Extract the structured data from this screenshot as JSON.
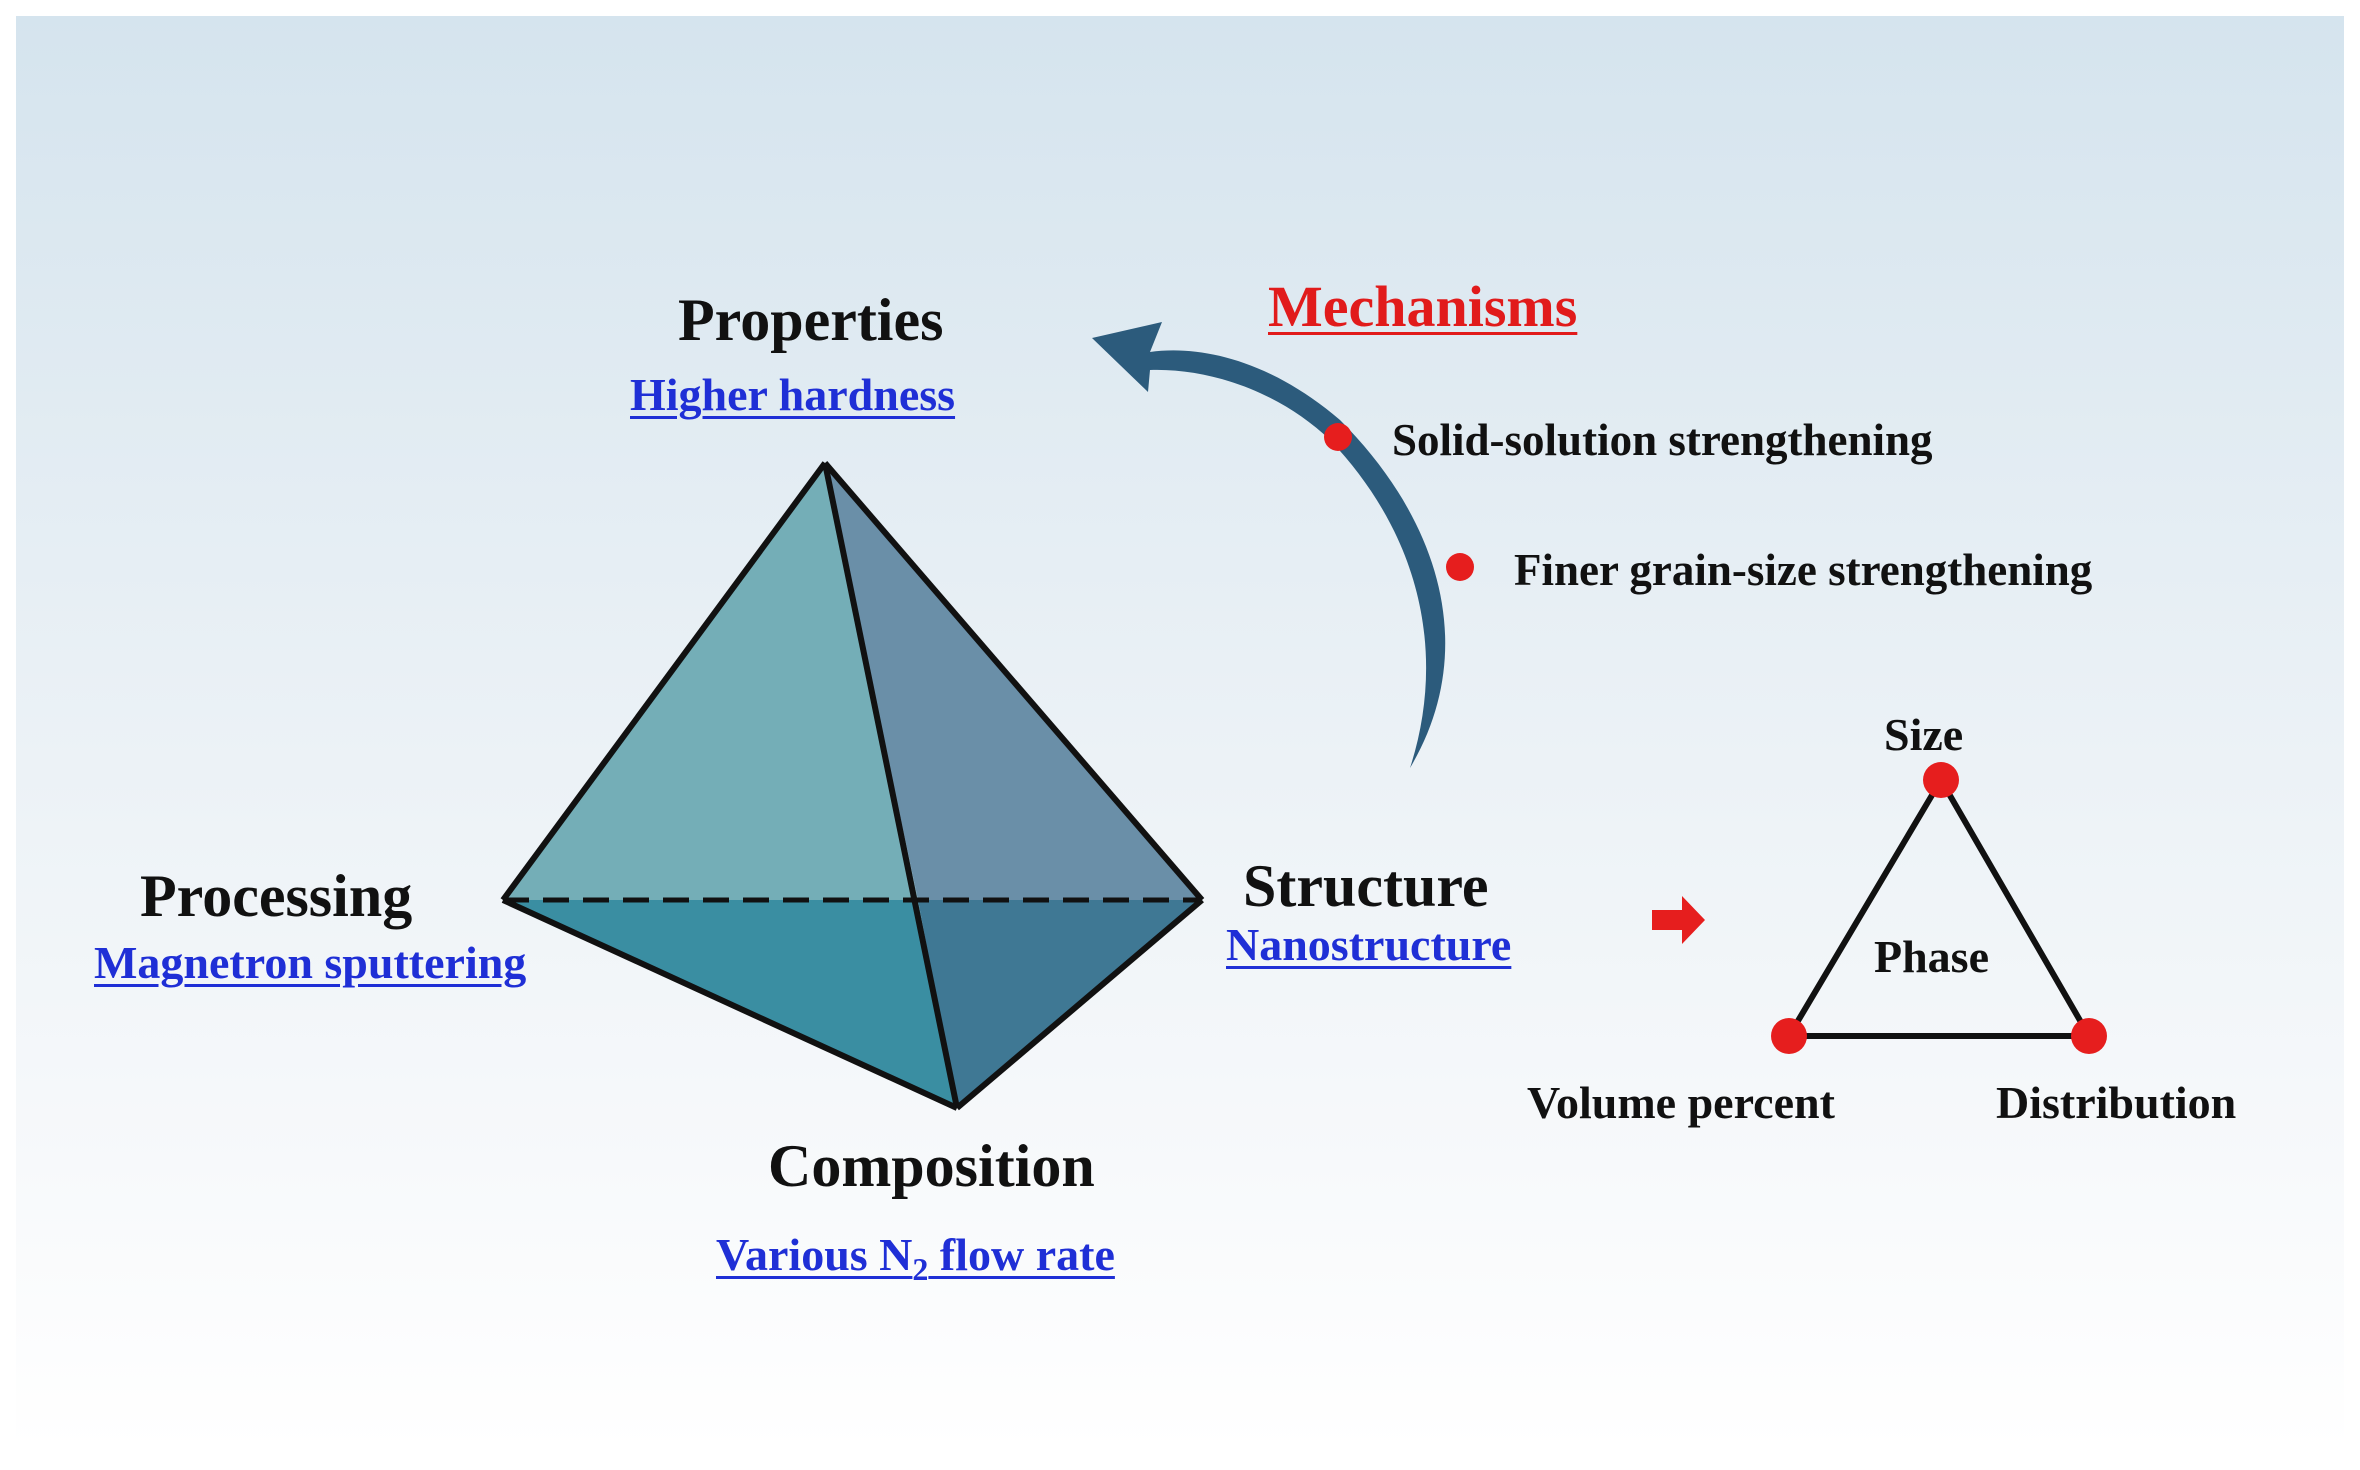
{
  "tetrahedron": {
    "properties": {
      "title": "Properties",
      "detail": "Higher hardness"
    },
    "processing": {
      "title": "Processing",
      "detail": "Magnetron sputtering"
    },
    "structure": {
      "title": "Structure",
      "detail": "Nanostructure"
    },
    "composition": {
      "title": "Composition",
      "detail_prefix": "Various N",
      "detail_subscript": "2",
      "detail_suffix": " flow rate"
    },
    "colors": {
      "left_face": "#74aeb7",
      "right_face": "#6a8fa8",
      "bottom_left_face": "#3a8ea2",
      "bottom_right_face": "#3f7894",
      "edge": "#111111"
    }
  },
  "mechanisms": {
    "title": "Mechanisms",
    "items": [
      "Solid-solution strengthening",
      "Finer grain-size strengthening"
    ],
    "bullet_color": "#e61e1e",
    "arrow_color": "#2c5b7c"
  },
  "phase_triangle": {
    "center_label": "Phase",
    "vertices": {
      "top": "Size",
      "left": "Volume percent",
      "right": "Distribution"
    },
    "dot_color": "#e61e1e"
  }
}
